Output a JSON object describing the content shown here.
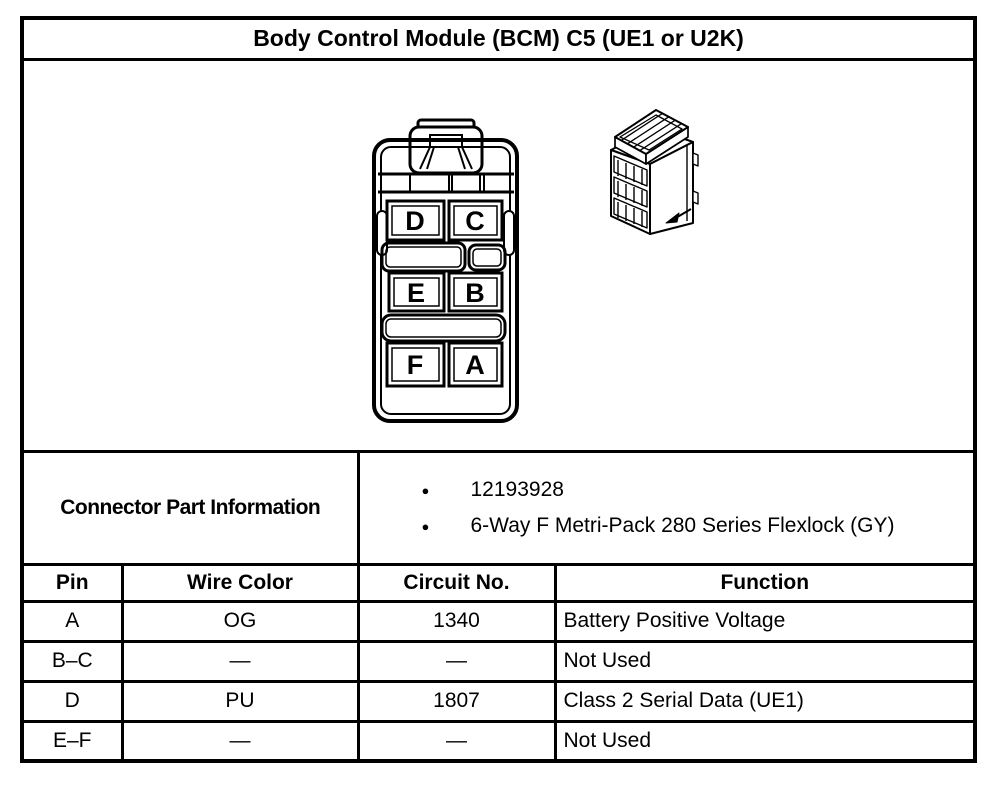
{
  "title": "Body Control Module (BCM) C5 (UE1 or U2K)",
  "diagram": {
    "face_view_icon": "connector-face-front-view",
    "iso_view_icon": "connector-3d-side-view",
    "cavity_labels": [
      "D",
      "C",
      "E",
      "B",
      "F",
      "A"
    ]
  },
  "part_info": {
    "label": "Connector Part Information",
    "items": [
      "12193928",
      "6-Way F Metri-Pack 280 Series Flexlock (GY)"
    ]
  },
  "pin_table": {
    "headers": [
      "Pin",
      "Wire Color",
      "Circuit No.",
      "Function"
    ],
    "rows": [
      {
        "pin": "A",
        "wire_color": "OG",
        "circuit": "1340",
        "function": "Battery Positive Voltage"
      },
      {
        "pin": "B–C",
        "wire_color": "—",
        "circuit": "—",
        "function": "Not Used"
      },
      {
        "pin": "D",
        "wire_color": "PU",
        "circuit": "1807",
        "function": "Class 2 Serial Data (UE1)"
      },
      {
        "pin": "E–F",
        "wire_color": "—",
        "circuit": "—",
        "function": "Not Used"
      }
    ]
  },
  "colors": {
    "border": "#000000",
    "background": "#ffffff",
    "text": "#000000"
  }
}
